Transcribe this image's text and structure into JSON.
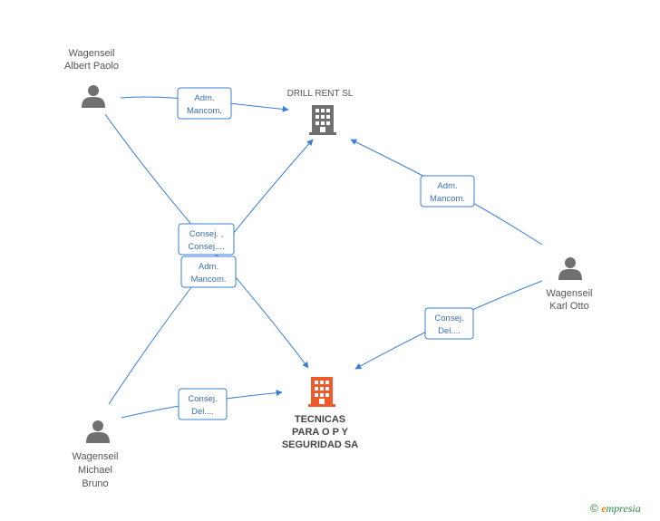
{
  "nodes": [
    {
      "id": "albert",
      "kind": "person",
      "lines": [
        "Wagenseil",
        "Albert Paolo"
      ],
      "color": "#707070"
    },
    {
      "id": "michael",
      "kind": "person",
      "lines": [
        "Wagenseil",
        "Michael",
        "Bruno"
      ],
      "color": "#707070"
    },
    {
      "id": "karl",
      "kind": "person",
      "lines": [
        "Wagenseil",
        "Karl Otto"
      ],
      "color": "#707070"
    },
    {
      "id": "drill",
      "kind": "company",
      "lines": [
        "DRILL RENT SL"
      ],
      "color": "#707070"
    },
    {
      "id": "tecnicas",
      "kind": "company",
      "lines": [
        "TECNICAS",
        "PARA O P Y",
        "SEGURIDAD SA"
      ],
      "color": "#f0592b"
    }
  ],
  "edges": [
    {
      "id": "e1",
      "lines": [
        "Adm.",
        "Mancom."
      ]
    },
    {
      "id": "e2",
      "lines": [
        "Consej. ,",
        "Consej...."
      ]
    },
    {
      "id": "e3",
      "lines": [
        "Adm.",
        "Mancom."
      ]
    },
    {
      "id": "e4",
      "lines": [
        "Adm.",
        "Mancom."
      ]
    },
    {
      "id": "e5",
      "lines": [
        "Consej.",
        "Del...."
      ]
    },
    {
      "id": "e6",
      "lines": [
        "Consej.",
        "Del...."
      ]
    }
  ],
  "brand": {
    "copyright": "©",
    "e": "e",
    "rest": "mpresia"
  },
  "colors": {
    "edge": "#3a7fd5",
    "person": "#707070",
    "company": "#707070",
    "focus": "#f0592b"
  }
}
